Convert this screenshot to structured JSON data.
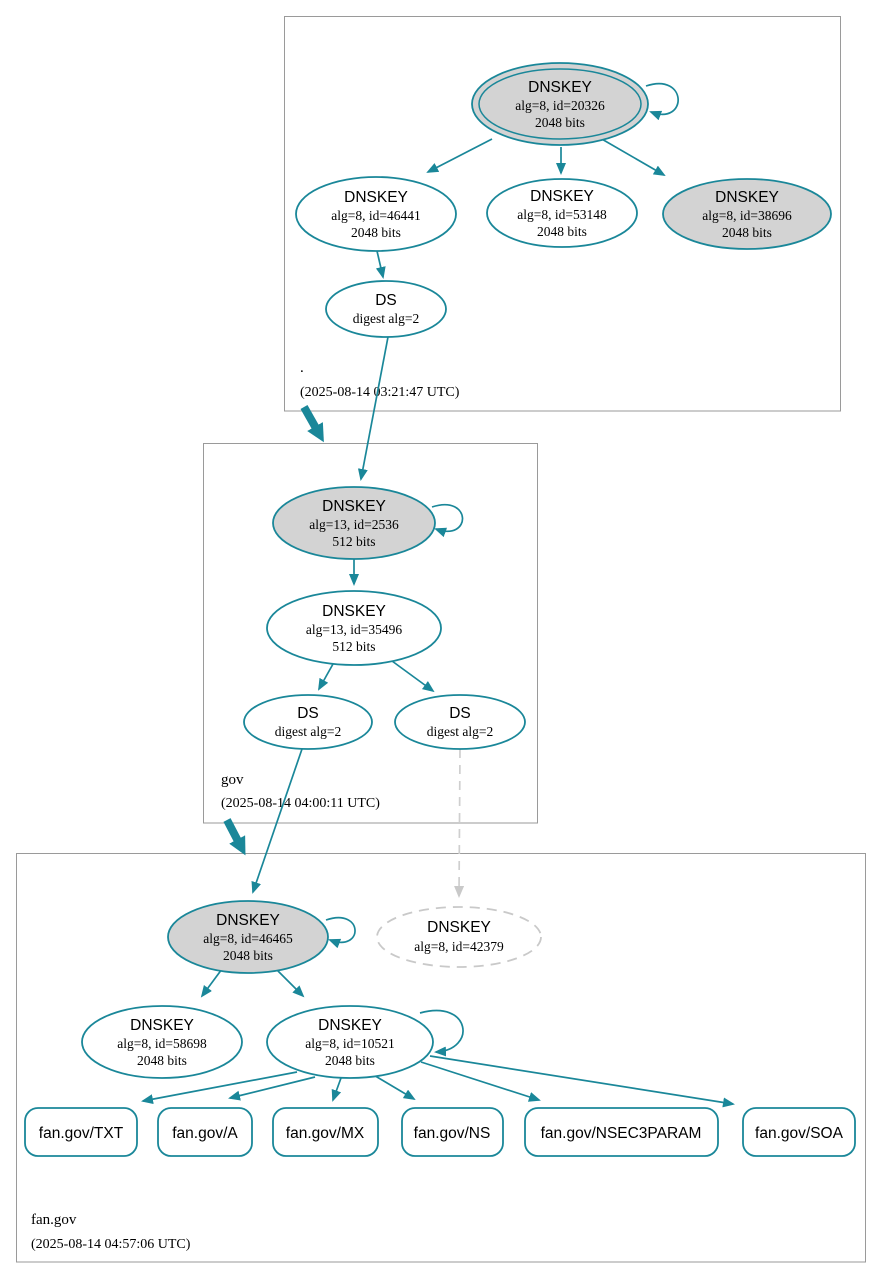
{
  "diagram_type": "dnssec-authentication-chain",
  "colors": {
    "secure_edge": "#1a8799",
    "ksk_fill": "#d3d3d3",
    "insecure_gray": "#c9c9c9",
    "zone_border": "#9a9a9a"
  },
  "zones": [
    {
      "name": ".",
      "timestamp": "(2025-08-14 03:21:47 UTC)",
      "nodes": [
        {
          "title": "DNSKEY",
          "line2": "alg=8, id=20326",
          "line3": "2048 bits"
        },
        {
          "title": "DNSKEY",
          "line2": "alg=8, id=46441",
          "line3": "2048 bits"
        },
        {
          "title": "DNSKEY",
          "line2": "alg=8, id=53148",
          "line3": "2048 bits"
        },
        {
          "title": "DNSKEY",
          "line2": "alg=8, id=38696",
          "line3": "2048 bits"
        },
        {
          "title": "DS",
          "line2": "digest alg=2"
        }
      ]
    },
    {
      "name": "gov",
      "timestamp": "(2025-08-14 04:00:11 UTC)",
      "nodes": [
        {
          "title": "DNSKEY",
          "line2": "alg=13, id=2536",
          "line3": "512 bits"
        },
        {
          "title": "DNSKEY",
          "line2": "alg=13, id=35496",
          "line3": "512 bits"
        },
        {
          "title": "DS",
          "line2": "digest alg=2"
        },
        {
          "title": "DS",
          "line2": "digest alg=2"
        }
      ]
    },
    {
      "name": "fan.gov",
      "timestamp": "(2025-08-14 04:57:06 UTC)",
      "nodes": [
        {
          "title": "DNSKEY",
          "line2": "alg=8, id=46465",
          "line3": "2048 bits"
        },
        {
          "title": "DNSKEY",
          "line2": "alg=8, id=42379"
        },
        {
          "title": "DNSKEY",
          "line2": "alg=8, id=58698",
          "line3": "2048 bits"
        },
        {
          "title": "DNSKEY",
          "line2": "alg=8, id=10521",
          "line3": "2048 bits"
        }
      ],
      "rrsets": [
        {
          "label": "fan.gov/TXT"
        },
        {
          "label": "fan.gov/A"
        },
        {
          "label": "fan.gov/MX"
        },
        {
          "label": "fan.gov/NS"
        },
        {
          "label": "fan.gov/NSEC3PARAM"
        },
        {
          "label": "fan.gov/SOA"
        }
      ]
    }
  ]
}
